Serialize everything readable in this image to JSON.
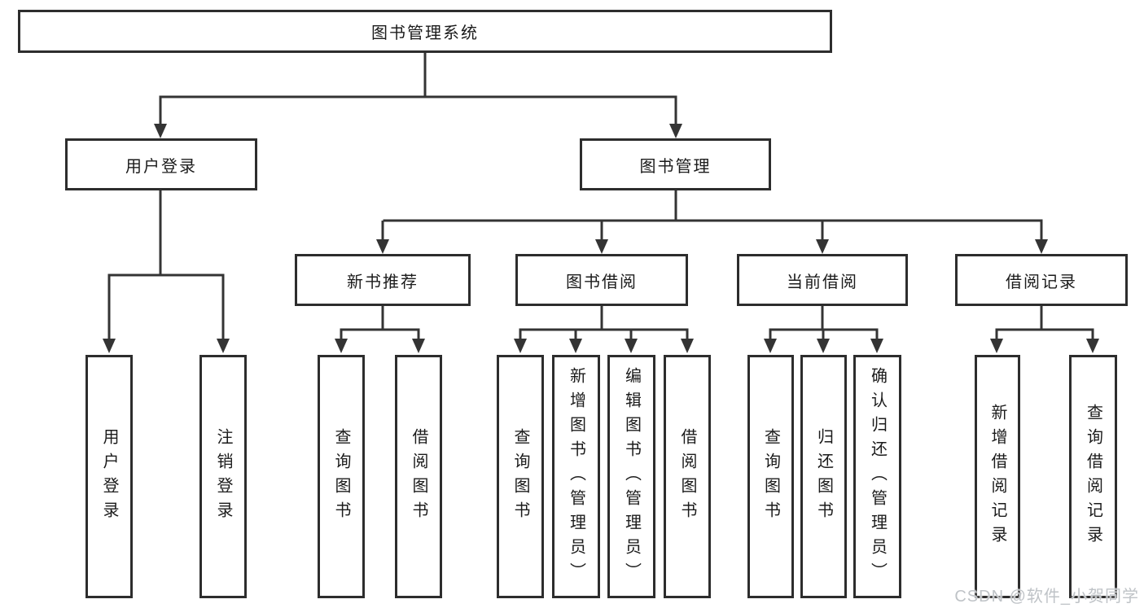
{
  "diagram": {
    "root": {
      "label": "图书管理系统"
    },
    "level2": {
      "user_login": {
        "label": "用户登录"
      },
      "book_mgmt": {
        "label": "图书管理"
      }
    },
    "level3": {
      "new_book_rec": {
        "label": "新书推荐"
      },
      "book_borrow": {
        "label": "图书借阅"
      },
      "current_borrow": {
        "label": "当前借阅"
      },
      "borrow_records": {
        "label": "借阅记录"
      }
    },
    "leaves": {
      "user_login_leaf": {
        "label": "用户登录"
      },
      "logout": {
        "label": "注销登录"
      },
      "rec_query_books": {
        "label": "查询图书"
      },
      "rec_borrow_books": {
        "label": "借阅图书"
      },
      "bb_query_books": {
        "label": "查询图书"
      },
      "bb_add_books": {
        "label": "新增图书（管理员）"
      },
      "bb_edit_books": {
        "label": "编辑图书（管理员）"
      },
      "bb_borrow_books": {
        "label": "借阅图书"
      },
      "cb_query_books": {
        "label": "查询图书"
      },
      "cb_return_books": {
        "label": "归还图书"
      },
      "cb_confirm_return": {
        "label": "确认归还（管理员）"
      },
      "br_add_record": {
        "label": "新增借阅记录"
      },
      "br_query_record": {
        "label": "查询借阅记录"
      }
    }
  },
  "watermark": {
    "text": "CSDN @软件_小贺同学"
  },
  "colors": {
    "line": "#343434",
    "box_border": "#2d2d2d",
    "box_fill": "#ffffff",
    "text": "#1b1b1b",
    "watermark": "#bfc3c7",
    "background": "#ffffff"
  }
}
